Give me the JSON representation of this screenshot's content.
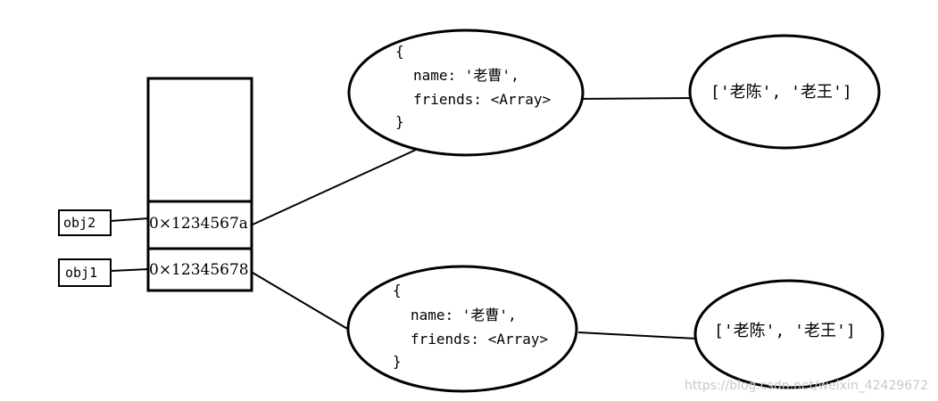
{
  "memory": {
    "cell_2": "0×1234567a",
    "cell_1": "0×12345678"
  },
  "vars": {
    "obj2": "obj2",
    "obj1": "obj1"
  },
  "object_top": {
    "open": "{",
    "name_line": "name: '老曹',",
    "friends_line": "friends: <Array>",
    "close": "}"
  },
  "object_bottom": {
    "open": "{",
    "name_line": "name: '老曹',",
    "friends_line": "friends: <Array>",
    "close": "}"
  },
  "array_top": {
    "text": "['老陈', '老王']"
  },
  "array_bottom": {
    "text": "['老陈', '老王']"
  },
  "watermark": "https://blog.csdn.net/weixin_42429672"
}
